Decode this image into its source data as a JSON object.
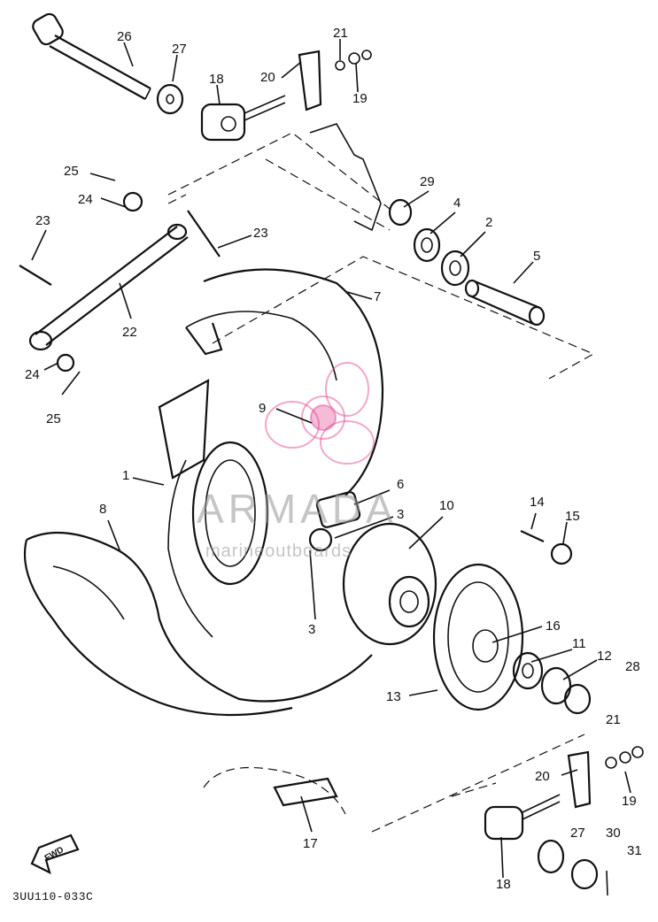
{
  "callouts": {
    "c1": "1",
    "c2": "2",
    "c3a": "3",
    "c3b": "3",
    "c4": "4",
    "c5": "5",
    "c6": "6",
    "c7": "7",
    "c8": "8",
    "c9": "9",
    "c10": "10",
    "c11": "11",
    "c12": "12",
    "c13": "13",
    "c14": "14",
    "c15": "15",
    "c16": "16",
    "c17": "17",
    "c18a": "18",
    "c18b": "18",
    "c19a": "19",
    "c19b": "19",
    "c20a": "20",
    "c20b": "20",
    "c21a": "21",
    "c21b": "21",
    "c22": "22",
    "c23a": "23",
    "c23b": "23",
    "c24a": "24",
    "c24b": "24",
    "c25a": "25",
    "c25b": "25",
    "c26": "26",
    "c27a": "27",
    "c27b": "27",
    "c28": "28",
    "c29": "29",
    "c30": "30",
    "c31": "31"
  },
  "diagram_code": "3UU110-033C",
  "fwd_label": "FWD",
  "watermark": {
    "name": "ARMADA",
    "tagline": "marineoutboards",
    "color": "#e23c8c"
  },
  "colors": {
    "line": "#111111",
    "background": "#ffffff"
  }
}
